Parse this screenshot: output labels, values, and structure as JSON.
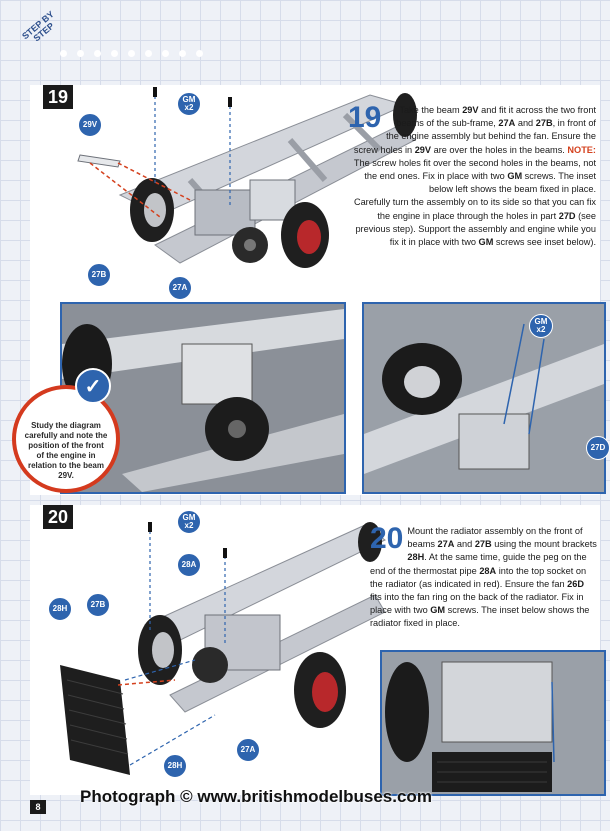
{
  "header": {
    "tag_line1": "STEP BY",
    "tag_line2": "STEP"
  },
  "step19": {
    "number": "19",
    "big_number": "19",
    "callouts": {
      "gm": "GM x2",
      "beam": "29V",
      "left_beam": "27B",
      "right_beam": "27A",
      "inset_gm": "GM x2",
      "inset_part": "27D"
    },
    "text_before": "Take the beam ",
    "part_29v": "29V",
    "text_a": " and fit it across the two front beams of the sub-frame, ",
    "part_27a": "27A",
    "text_and": " and ",
    "part_27b": "27B",
    "text_b": ", in front of the engine assembly but behind the fan. Ensure the screw holes in ",
    "part_29v_2": "29V",
    "text_c": " are over the holes in the beams. ",
    "note_label": "NOTE:",
    "text_d": " The screw holes fit over the second holes in the beams, not the end ones. Fix in place with two ",
    "gm_1": "GM",
    "text_e": " screws. The inset below left shows the beam fixed in place.",
    "text_f": "Carefully turn the assembly on to its side so that you can fix the engine in place through the holes in part ",
    "part_27d": "27D",
    "text_g": " (see previous step). Support the assembly and engine while you fix it in place with two ",
    "gm_2": "GM",
    "text_h": " screws see inset below).",
    "tip_text": "Study the diagram carefully and note the position of the front of the engine in relation to the beam 29V."
  },
  "step20": {
    "number": "20",
    "big_number": "20",
    "callouts": {
      "gm": "GM x2",
      "pipe": "28A",
      "left_beam": "27B",
      "bracket_top": "28H",
      "bracket_bottom": "28H",
      "right_beam": "27A"
    },
    "text_a": "Mount the radiator assembly on the front of beams ",
    "part_27a": "27A",
    "text_and": " and ",
    "part_27b": "27B",
    "text_b": " using the mount brackets ",
    "part_28h": "28H",
    "text_c": ". At the same time, guide the peg on the end of the thermostat pipe ",
    "part_28a": "28A",
    "text_d": " into the top socket on the radiator (as indicated in red). Ensure the fan ",
    "part_26d": "26D",
    "text_e": " fits into the fan ring on the back of the radiator. Fix in place with two ",
    "gm": "GM",
    "text_f": " screws. The inset below shows the radiator fixed in place."
  },
  "footer": {
    "page_number": "8",
    "watermark": "Photograph © www.britishmodelbuses.com"
  },
  "colors": {
    "accent_blue": "#2e64ae",
    "note_red": "#d4411e",
    "chassis_grey": "#c9ccd2"
  }
}
